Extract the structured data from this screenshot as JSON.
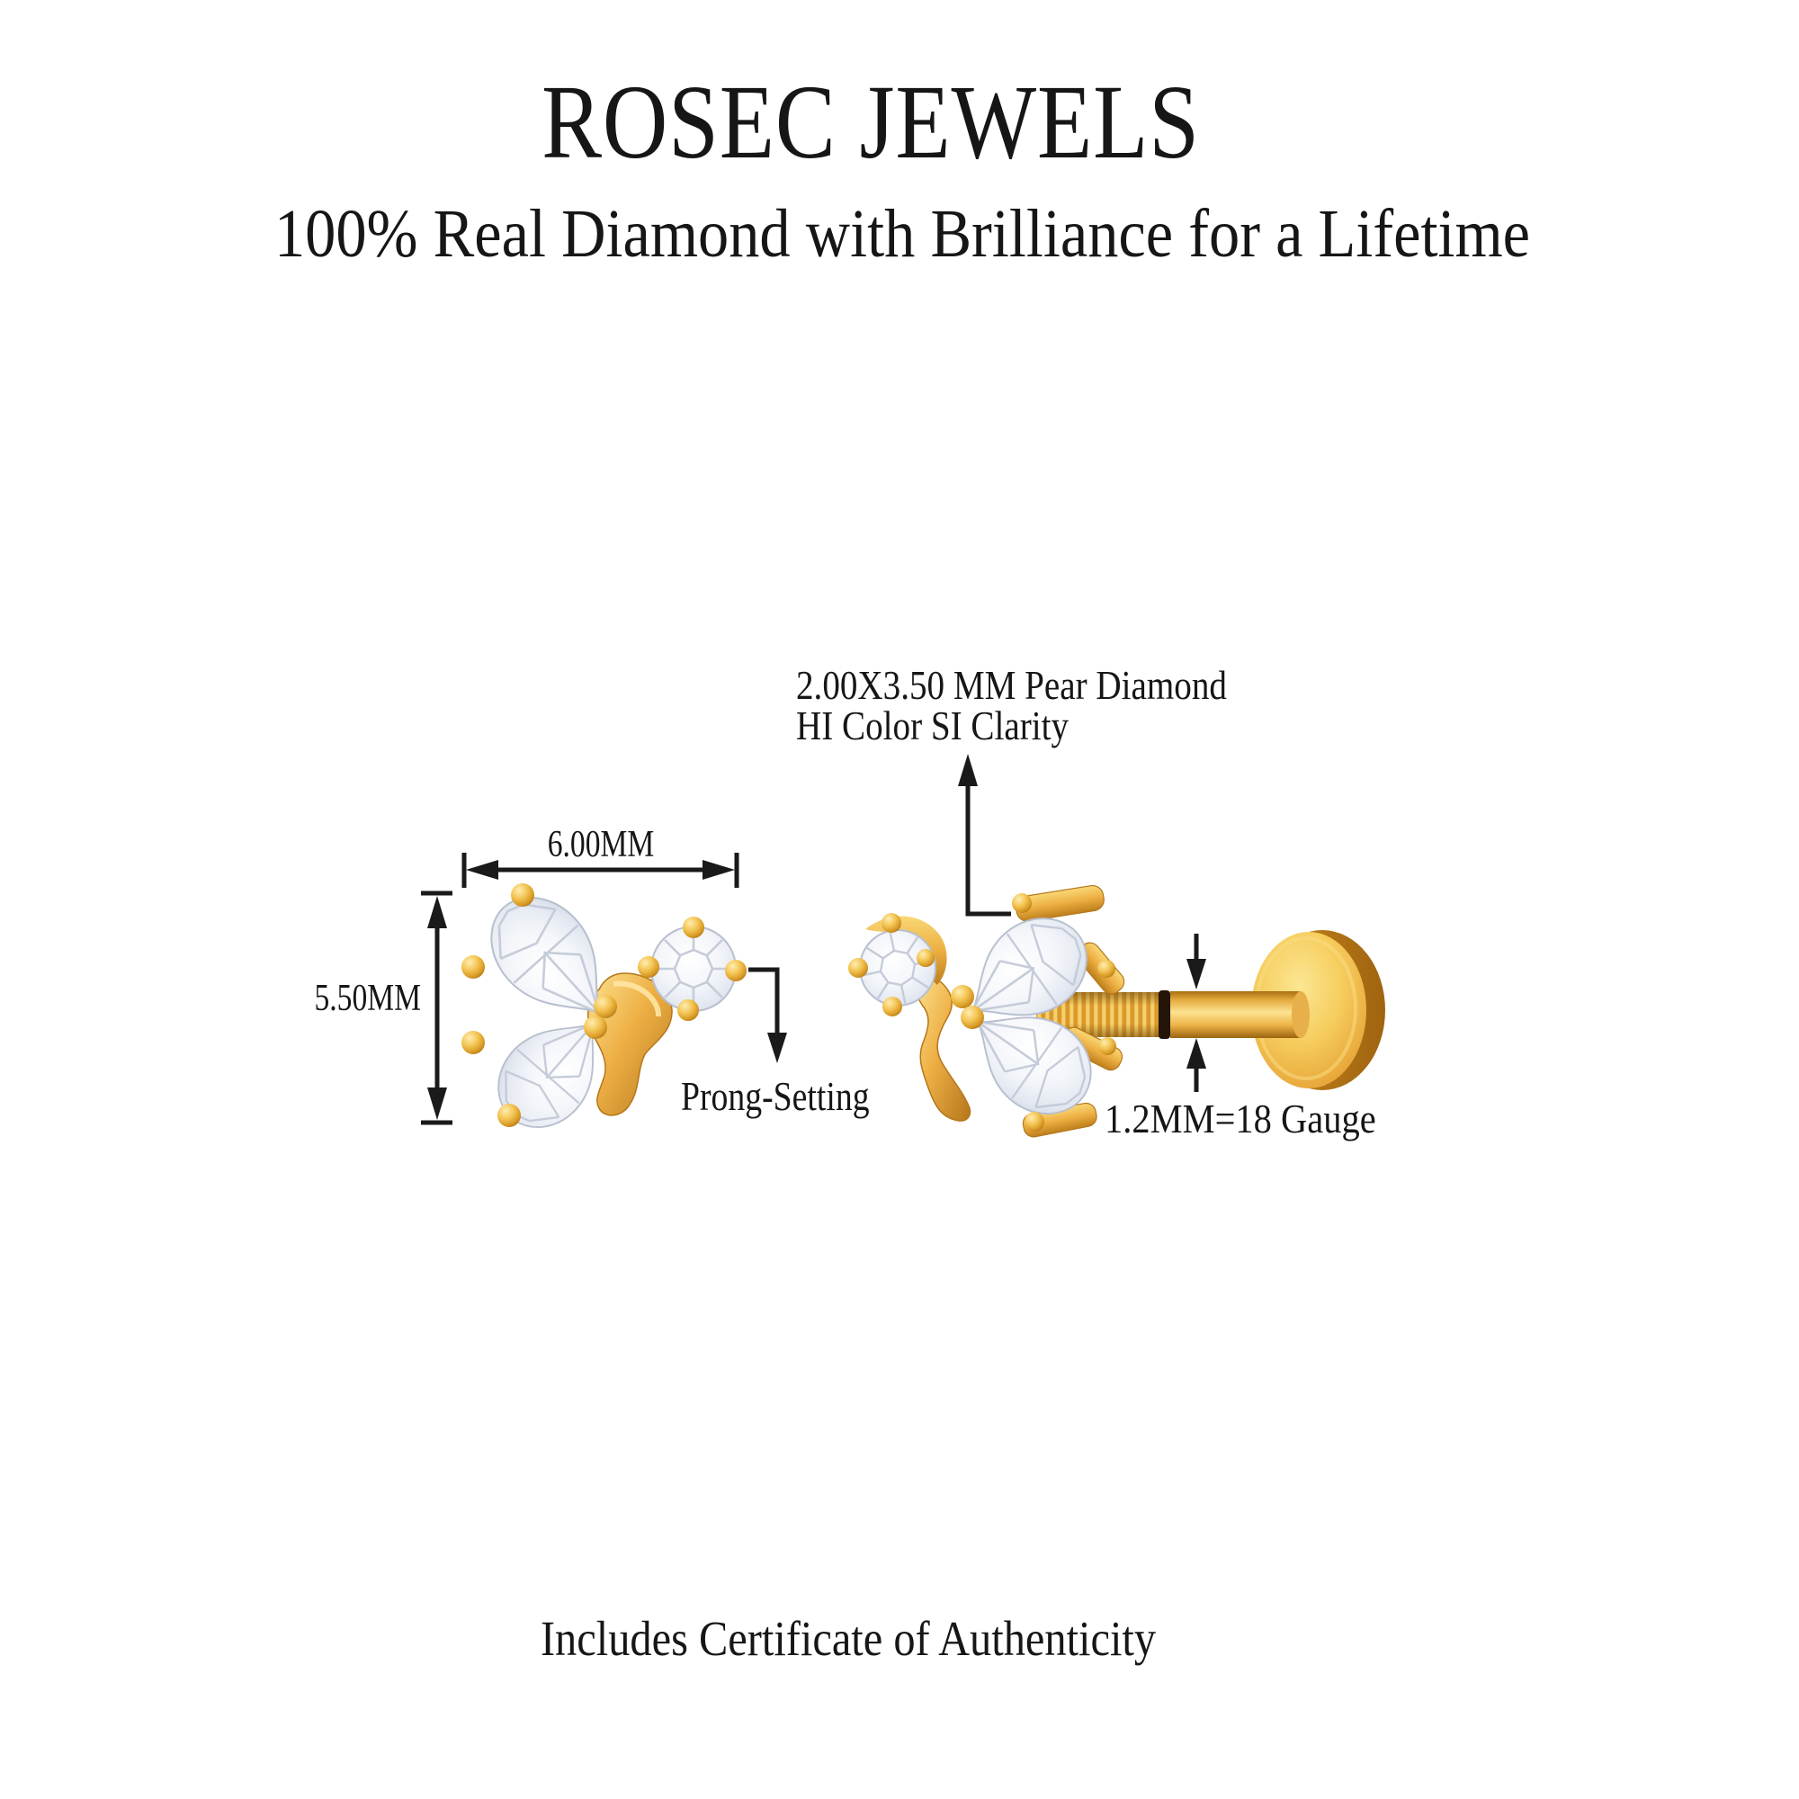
{
  "page": {
    "background": "#ffffff",
    "text_color": "#161616"
  },
  "header": {
    "brand": "ROSEC JEWELS",
    "tagline": "100% Real Diamond with Brilliance for a Lifetime"
  },
  "front_view": {
    "width_label": "6.00MM",
    "height_label": "5.50MM",
    "setting_label": "Prong-Setting"
  },
  "side_view": {
    "stone_label_line1": "2.00X3.50 MM Pear Diamond",
    "stone_label_line2": "HI Color SI Clarity",
    "gauge_label": "1.2MM=18 Gauge"
  },
  "footer": {
    "certificate_text": "Includes Certificate of Authenticity"
  },
  "colors": {
    "gold": "#E9A93C",
    "gold_light": "#FCE291",
    "gold_dark": "#A86F12",
    "diamond_fill": "#EFF2F7",
    "diamond_facet": "#C3CAD8",
    "annotation_line": "#1A1A1A"
  }
}
